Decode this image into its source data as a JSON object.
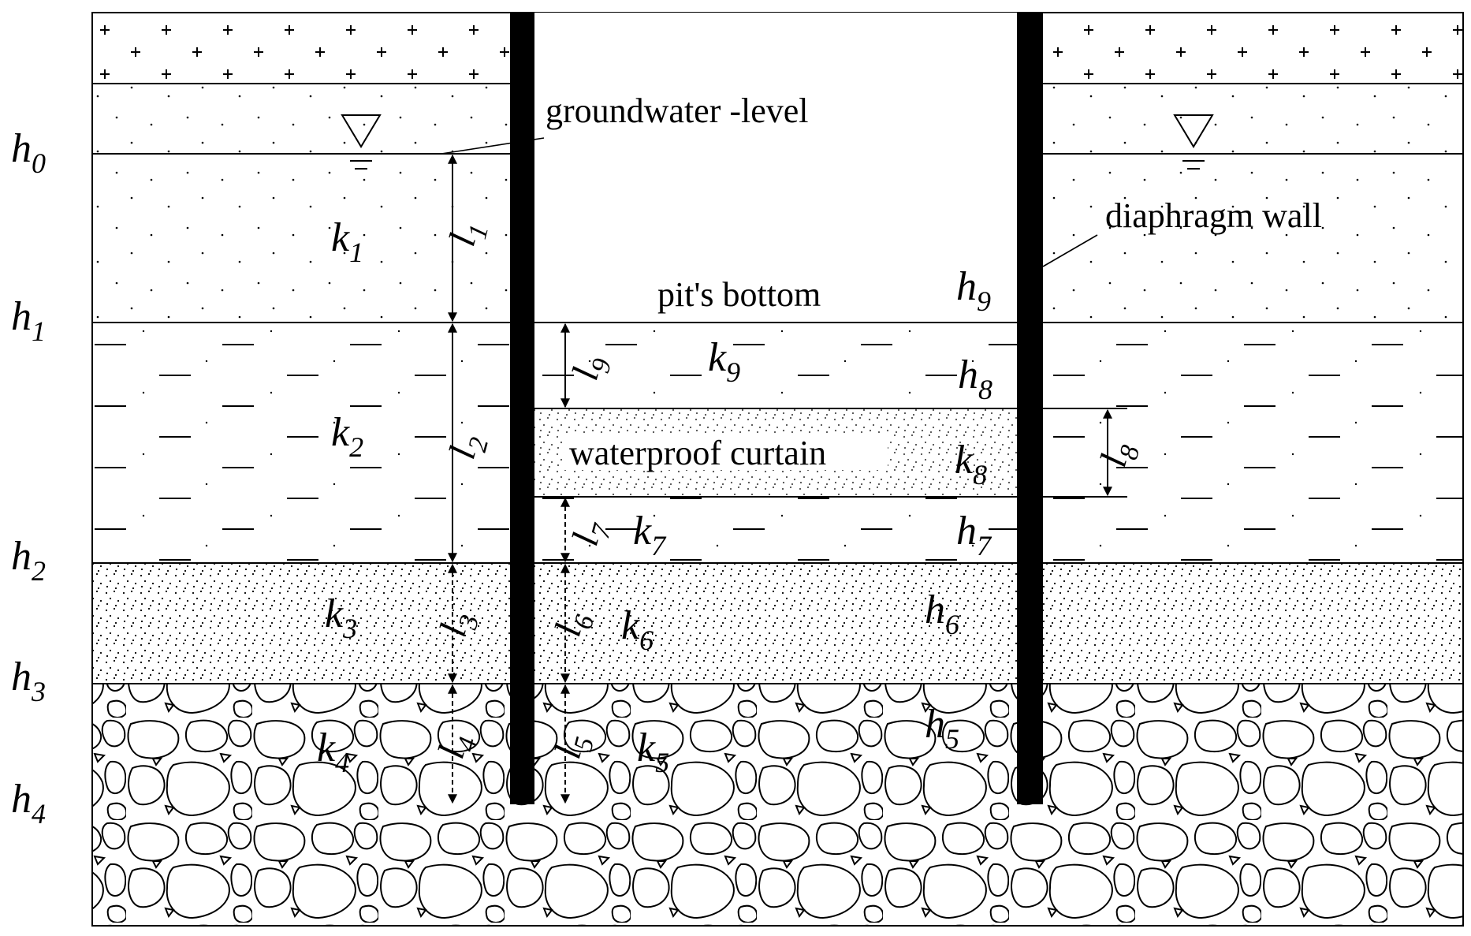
{
  "callouts": {
    "groundwater": "groundwater -level",
    "diaphragm": "diaphragm wall",
    "pit_bottom": "pit's bottom",
    "curtain": "waterproof curtain"
  },
  "heads_outside": [
    {
      "base": "h",
      "sub": "0"
    },
    {
      "base": "h",
      "sub": "1"
    },
    {
      "base": "h",
      "sub": "2"
    },
    {
      "base": "h",
      "sub": "3"
    },
    {
      "base": "h",
      "sub": "4"
    }
  ],
  "heads_inside": [
    {
      "base": "h",
      "sub": "9"
    },
    {
      "base": "h",
      "sub": "8"
    },
    {
      "base": "h",
      "sub": "7"
    },
    {
      "base": "h",
      "sub": "6"
    },
    {
      "base": "h",
      "sub": "5"
    }
  ],
  "permeability": [
    {
      "base": "k",
      "sub": "1"
    },
    {
      "base": "k",
      "sub": "2"
    },
    {
      "base": "k",
      "sub": "3"
    },
    {
      "base": "k",
      "sub": "4"
    },
    {
      "base": "k",
      "sub": "5"
    },
    {
      "base": "k",
      "sub": "6"
    },
    {
      "base": "k",
      "sub": "7"
    },
    {
      "base": "k",
      "sub": "8"
    },
    {
      "base": "k",
      "sub": "9"
    }
  ],
  "lengths": [
    {
      "base": "l",
      "sub": "1"
    },
    {
      "base": "l",
      "sub": "2"
    },
    {
      "base": "l",
      "sub": "3"
    },
    {
      "base": "l",
      "sub": "4"
    },
    {
      "base": "l",
      "sub": "5"
    },
    {
      "base": "l",
      "sub": "6"
    },
    {
      "base": "l",
      "sub": "7"
    },
    {
      "base": "l",
      "sub": "8"
    },
    {
      "base": "l",
      "sub": "9"
    }
  ]
}
